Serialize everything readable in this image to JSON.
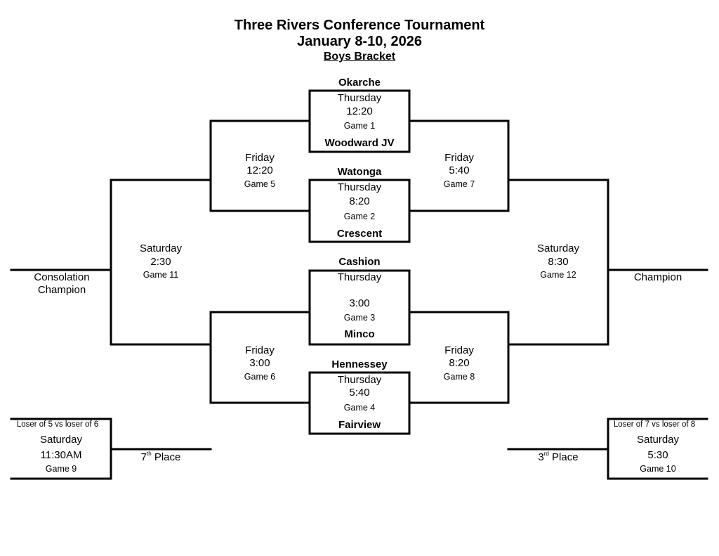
{
  "header": {
    "title": "Three Rivers Conference Tournament",
    "dates": "January 8-10, 2026",
    "subtitle": "Boys Bracket"
  },
  "games": {
    "g1": {
      "team_top": "Okarche",
      "team_bottom": "Woodward JV",
      "day": "Thursday",
      "time": "12:20",
      "label": "Game 1"
    },
    "g2": {
      "team_top": "Watonga",
      "team_bottom": "Crescent",
      "day": "Thursday",
      "time": "8:20",
      "label": "Game 2"
    },
    "g3": {
      "team_top": "Cashion",
      "team_bottom": "Minco",
      "day": "Thursday",
      "time": "3:00",
      "label": "Game 3"
    },
    "g4": {
      "team_top": "Hennessey",
      "team_bottom": "Fairview",
      "day": "Thursday",
      "time": "5:40",
      "label": "Game 4"
    },
    "g5": {
      "day": "Friday",
      "time": "12:20",
      "label": "Game 5"
    },
    "g6": {
      "day": "Friday",
      "time": "3:00",
      "label": "Game 6"
    },
    "g7": {
      "day": "Friday",
      "time": "5:40",
      "label": "Game 7"
    },
    "g8": {
      "day": "Friday",
      "time": "8:20",
      "label": "Game 8"
    },
    "g9": {
      "note": "Loser of 5 vs loser of 6",
      "day": "Saturday",
      "time": "11:30AM",
      "label": "Game 9"
    },
    "g10": {
      "note": "Loser of 7 vs loser of 8",
      "day": "Saturday",
      "time": "5:30",
      "label": "Game 10"
    },
    "g11": {
      "day": "Saturday",
      "time": "2:30",
      "label": "Game 11"
    },
    "g12": {
      "day": "Saturday",
      "time": "8:30",
      "label": "Game 12"
    }
  },
  "outcomes": {
    "consolation_line1": "Consolation",
    "consolation_line2": "Champion",
    "champion": "Champion",
    "seventh_num": "7",
    "seventh_sup": "th",
    "seventh_rest": " Place",
    "third_num": "3",
    "third_sup": "rd",
    "third_rest": " Place"
  }
}
